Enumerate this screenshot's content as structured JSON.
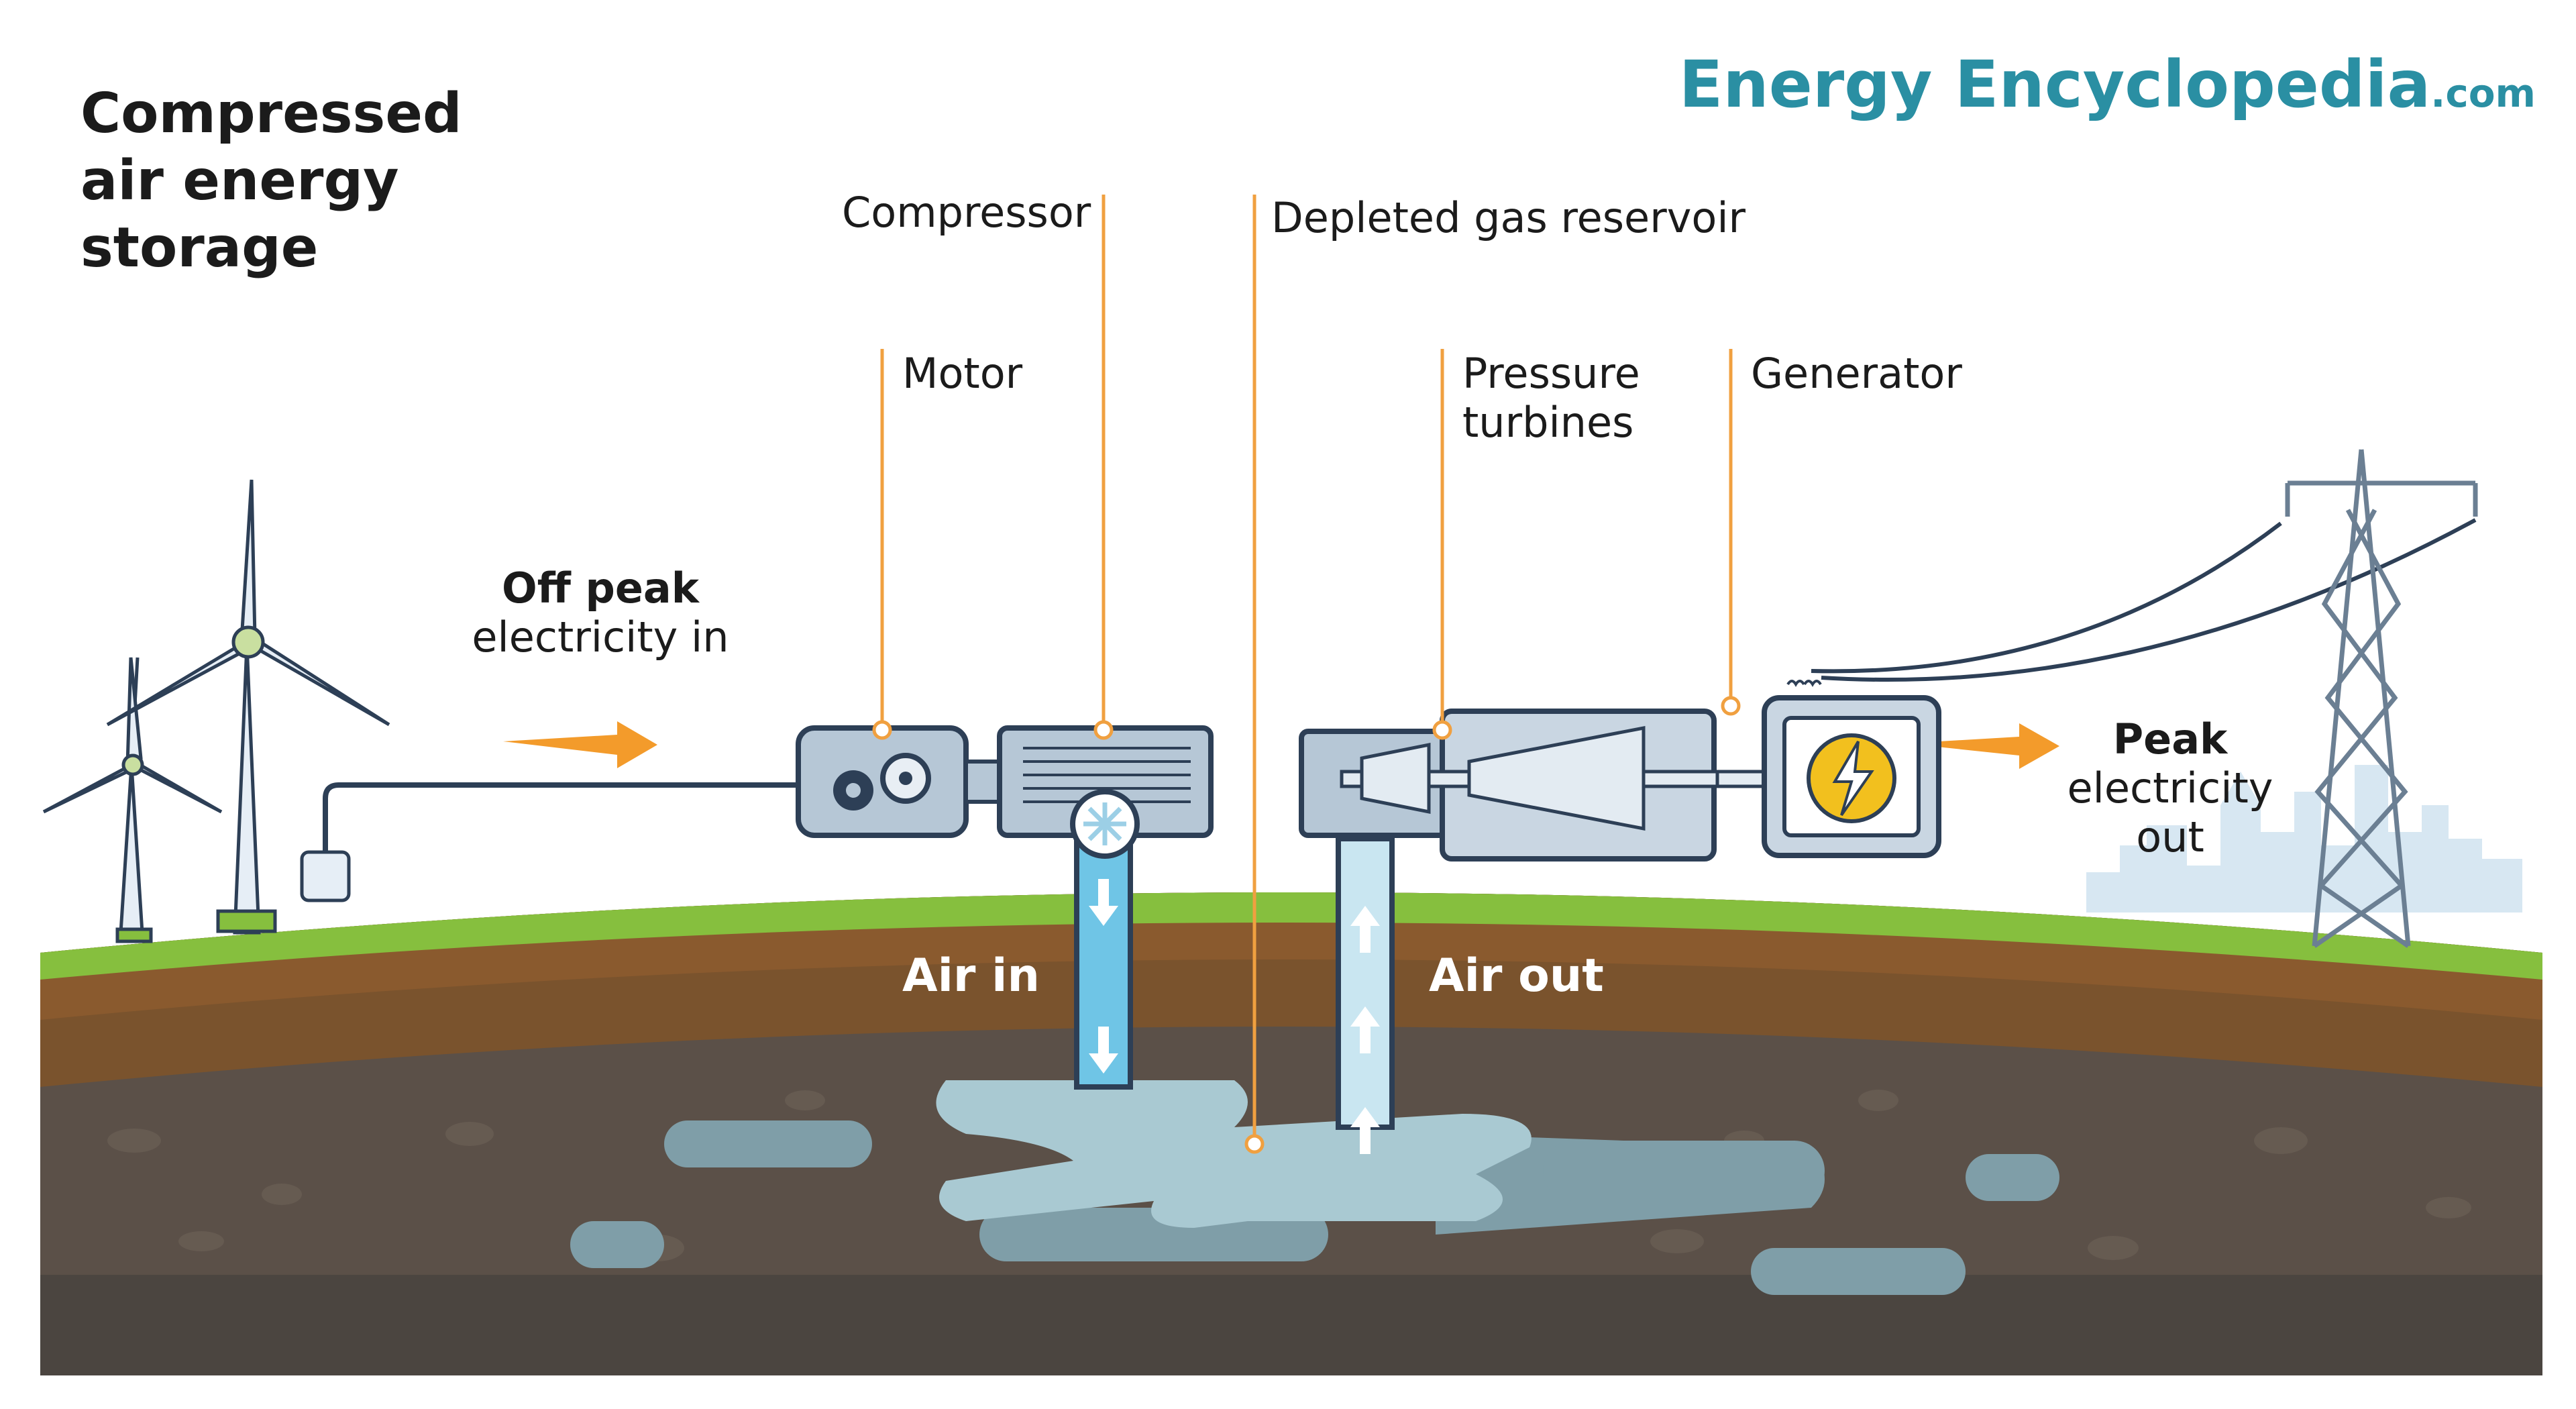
{
  "title": "Compressed air energy storage",
  "brand": {
    "name": "Energy Encyclopedia",
    "suffix": ".com"
  },
  "labels": {
    "compressor": "Compressor",
    "depleted_gas_reservoir": "Depleted gas reservoir",
    "motor": "Motor",
    "pressure_turbines": [
      "Pressure",
      "turbines"
    ],
    "generator": "Generator",
    "off_peak_bold": "Off peak",
    "off_peak_rest": "electricity in",
    "peak_bold": "Peak",
    "peak_rest_1": "electricity",
    "peak_rest_2": "out",
    "air_in": "Air in",
    "air_out": "Air out"
  },
  "colors": {
    "leader_line": "#f0a040",
    "arrow": "#f39b2b",
    "grass": "#86bf3e",
    "soil_top": "#8a5a2e",
    "soil_mid": "#6c4a2a",
    "rock": "#5b5048",
    "bedrock": "#4b4540",
    "reservoir": "#9fc3cc",
    "air_in_pipe": "#6fc5e6",
    "air_out_pipe": "#c9e6f1",
    "machine": "#b6c7d6",
    "machine_outline": "#2d3f56",
    "brand": "#2a8fa3",
    "generator_bolt": "#f2c01e"
  },
  "icons": [
    "wind-turbine-icon",
    "gear-icon",
    "fan-icon",
    "lightning-bolt-icon",
    "pylon-icon",
    "city-skyline-icon"
  ]
}
